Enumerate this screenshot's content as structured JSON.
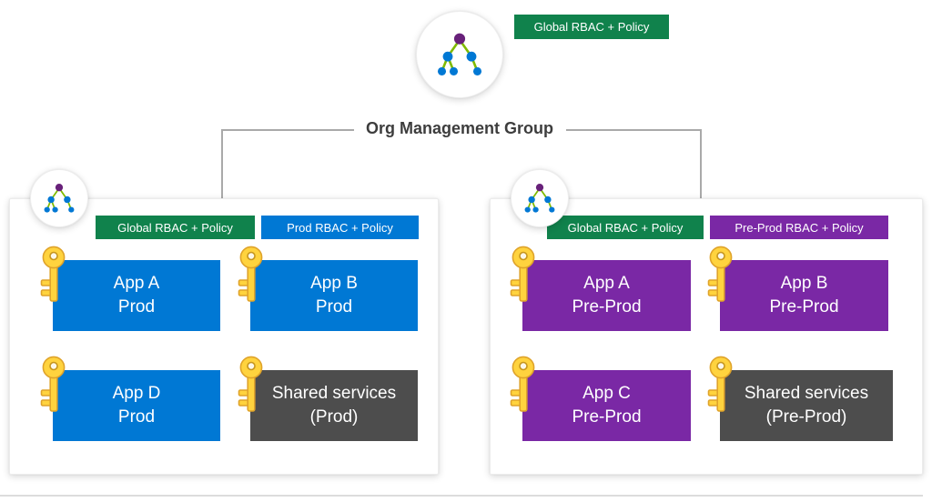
{
  "diagram": {
    "title": "Org Management Group",
    "root": {
      "badge": "Global RBAC + Policy",
      "badge_color": "#10824C",
      "icon": "management-group-icon"
    },
    "panels": [
      {
        "badges": [
          {
            "label": "Global RBAC + Policy",
            "color": "#10824C"
          },
          {
            "label": "Prod RBAC + Policy",
            "color": "#0078D4"
          }
        ],
        "boxes": [
          {
            "line1": "App A",
            "line2": "Prod",
            "color": "#0078D4",
            "icon": "key-icon"
          },
          {
            "line1": "App B",
            "line2": "Prod",
            "color": "#0078D4",
            "icon": "key-icon"
          },
          {
            "line1": "App D",
            "line2": "Prod",
            "color": "#0078D4",
            "icon": "key-icon"
          },
          {
            "line1": "Shared services",
            "line2": "(Prod)",
            "color": "#4D4D4D",
            "icon": "key-icon"
          }
        ]
      },
      {
        "badges": [
          {
            "label": "Global RBAC + Policy",
            "color": "#10824C"
          },
          {
            "label": "Pre-Prod RBAC + Policy",
            "color": "#7A28A5"
          }
        ],
        "boxes": [
          {
            "line1": "App A",
            "line2": "Pre-Prod",
            "color": "#7A28A5",
            "icon": "key-icon"
          },
          {
            "line1": "App B",
            "line2": "Pre-Prod",
            "color": "#7A28A5",
            "icon": "key-icon"
          },
          {
            "line1": "App C",
            "line2": "Pre-Prod",
            "color": "#7A28A5",
            "icon": "key-icon"
          },
          {
            "line1": "Shared services",
            "line2": "(Pre-Prod)",
            "color": "#4D4D4D",
            "icon": "key-icon"
          }
        ]
      }
    ]
  },
  "colors": {
    "badge_green": "#10824C",
    "box_blue": "#0078D4",
    "box_purple": "#7A28A5",
    "box_gray": "#4D4D4D",
    "connector": "#A9A9A9",
    "key_gold": "#FFD33E",
    "icon_node_purple": "#68217A",
    "icon_node_blue": "#0078D4",
    "icon_line_green": "#7FBA00",
    "background": "#FFFFFF"
  }
}
